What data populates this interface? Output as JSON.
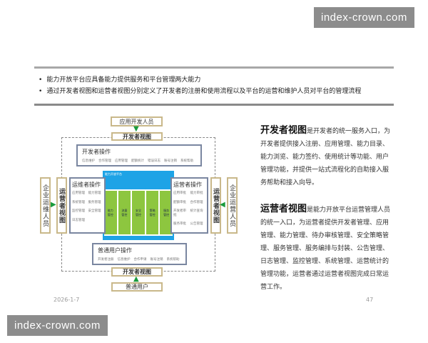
{
  "watermark": "index-crown.com",
  "bullets": [
    "能力开放平台应具备能力提供服务和平台管理两大能力",
    "通过开发者视图和运营者视图分别定义了开发者的注册和使用流程以及平台的运营和维护人员对平台的管理流程"
  ],
  "diagram": {
    "app_developer": "应用开发人员",
    "developer_view": "开发者视图",
    "operator_view": "运营者视图",
    "ops_staff": "企业运维人员",
    "operations_staff": "企业运营人员",
    "normal_user": "普通用户",
    "dev_ops": {
      "title": "开发者操作",
      "items": [
        "信息维护",
        "合作管理",
        "应用管理",
        "配额统计",
        "错误日志",
        "账号注销",
        "系统帮助"
      ]
    },
    "maint_ops": {
      "title": "运维者操作",
      "items": [
        "应用管理",
        "能力管理",
        "系统管理",
        "服务管理",
        "监控管理",
        "安全管理",
        "日志管理"
      ]
    },
    "oper_ops": {
      "title": "运营者操作",
      "items": [
        "应用审批",
        "能力审批",
        "配额审批",
        "合作管理",
        "开发者审批",
        "统计查询",
        "服务审批",
        "公告管理"
      ]
    },
    "user_ops": {
      "title": "普通用户操作",
      "items": [
        "开发者注册",
        "信息维护",
        "合作申请",
        "账号注销",
        "系统帮助"
      ]
    },
    "platform": {
      "title": "能力开放平台",
      "columns": [
        "能力管控",
        "流量管控",
        "安全管控",
        "策略管控",
        "服务管控"
      ]
    }
  },
  "desc": {
    "dev_title": "开发者视图",
    "dev_text": "是开发者的统一服务入口，为开发者提供接入注册、应用管理、能力目录、能力浏览、能力签约、使用统计等功能、用户管理功能，并提供一站式流程化的自助接入服务帮助和接入向导。",
    "op_title": "运营者视图",
    "op_text": "是能力开放平台运营管理人员的统一入口，为运营者提供开发者管理、应用管理、能力管理、待办审核管理、安全策略管理、服务管理、服务编排与封装、公告管理、日志管理、监控管理、系统管理、运营统计的管理功能，运营者通过运营者视图完成日常运营工作。"
  },
  "footer": {
    "date": "2026-1-7",
    "page": "47"
  }
}
